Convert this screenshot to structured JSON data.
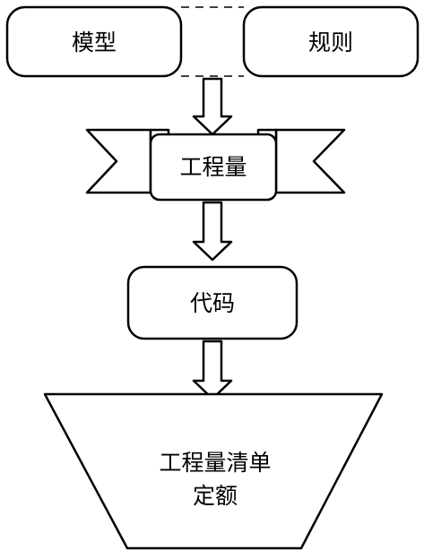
{
  "nodes": {
    "model": {
      "label": "模型"
    },
    "rules": {
      "label": "规则"
    },
    "quantity": {
      "label": "工程量"
    },
    "code": {
      "label": "代码"
    },
    "output": {
      "line1": "工程量清单",
      "line2": "定额"
    }
  },
  "colors": {
    "stroke": "#000000",
    "fill": "#ffffff"
  }
}
